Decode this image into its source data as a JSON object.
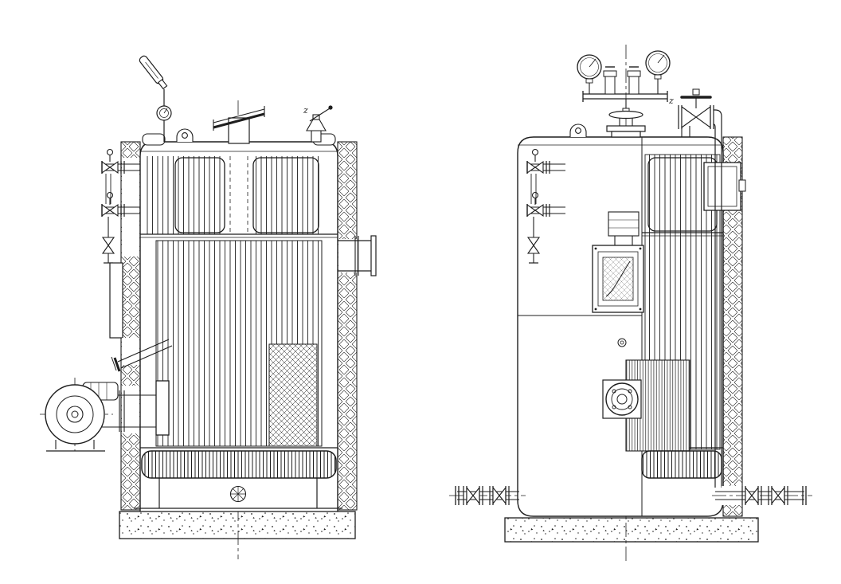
{
  "page": {
    "background_color": "#ffffff"
  },
  "drawing": {
    "colors": {
      "ink": "#1e1e1e",
      "paper": "#ffffff"
    },
    "annotations": {
      "left_safety_valve_mark": "z",
      "right_stop_valve_mark": "z"
    },
    "views": {
      "left_view": {
        "name": "left-elevation-section",
        "components": [
          "thermometer",
          "dial-gauge",
          "lifting-lug",
          "flue-stack-with-damper",
          "safety-valve",
          "water-level-gauge",
          "gauge-drain-valve",
          "upper-tube-nest",
          "manhole-covers",
          "fire-tube-bank",
          "grate-screen",
          "steam-outlet-flange",
          "inspection-door",
          "burner-feed-pipe",
          "blower-fan",
          "blower-motor",
          "blower-duct",
          "bottom-ring",
          "base-skirt",
          "drain-rosette",
          "brick-insulation-walls",
          "concrete-foundation",
          "centerline"
        ]
      },
      "right_view": {
        "name": "front-elevation-half-section",
        "components": [
          "pressure-gauge-left",
          "pressure-gauge-right",
          "gauge-manifold",
          "gauge-cocks",
          "steam-dome-handwheel",
          "stop-valve-with-handwheel",
          "steam-downpipe",
          "lifting-lug",
          "water-level-gauge",
          "control-panel",
          "panel-junction-box",
          "sight-port",
          "burner-mounting-flange",
          "fire-tube-bank",
          "refractory-block",
          "access-door",
          "bottom-ring",
          "blowdown-valves-left",
          "blowdown-valves-right",
          "brick-insulation-wall",
          "concrete-foundation",
          "centerline"
        ]
      }
    }
  }
}
